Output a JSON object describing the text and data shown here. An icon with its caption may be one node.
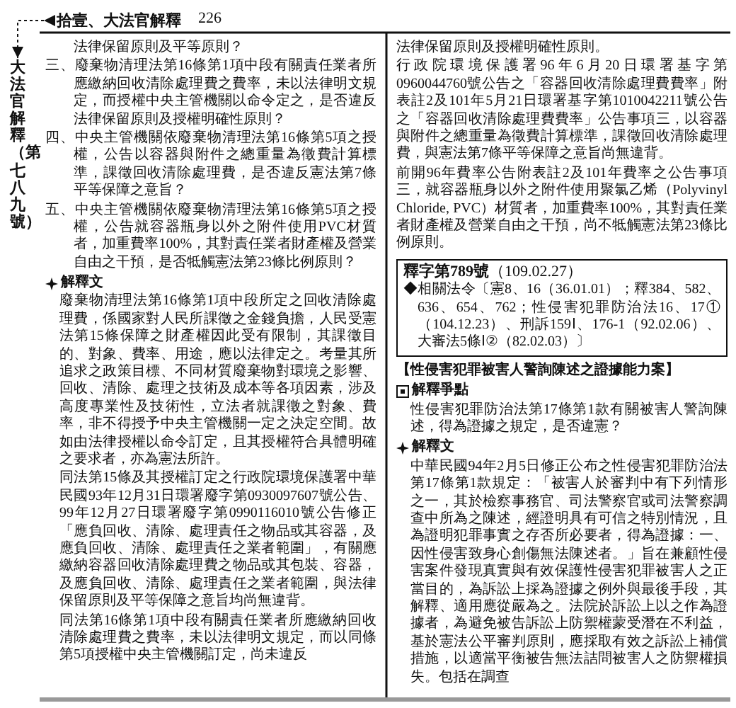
{
  "diagram": {
    "nodes": [
      {
        "text": [
          "拾壹、大法官解釋"
        ]
      },
      {
        "text": [
          "大法官解釋（第七八九號）"
        ]
      },
      {
        "text": [
          "**釋字第789號**（109.02.27）",
          "◆相關法令〔憲8、16（36.01.01）；釋384、582、636、654、762；性侵害犯罪防治法16、17①（104.12.23）、刑訴159Ⅰ、176-1（92.02.06）、大審法5條Ⅰ②（82.02.03）〕"
        ]
      }
    ],
    "edges": [
      {
        "from": 0,
        "to": 1,
        "arrow": "to",
        "style": "dashed"
      }
    ],
    "labels": [
      "226",
      "法律保留原則及平等原則？",
      "三、廢棄物清理法第16條第1項中段有關責任業者所應繳納回收清除處理費之費率，未以法律明文規定，而授權中央主管機關以命令定之，是否違反法律保留原則及授權明確性原則？",
      "四、中央主管機關依廢棄物清理法第16條第5項之授權，公告以容器與附件之總重量為徵費計算標準，課徵回收清除處理費，是否違反憲法第7條平等保障之意旨？",
      "五、中央主管機關依廢棄物清理法第16條第5項之授權，公告就容器瓶身以外之附件使用PVC材質者，加重費率100%，其對責任業者財產權及營業自由之干預，是否牴觸憲法第23條比例原則？",
      "解釋文",
      "廢棄物清理法第16條第1項中段所定之回收清除處理費，係國家對人民所課徵之金錢負擔，人民受憲法第15條保障之財產權因此受有限制，其課徵目的、對象、費率、用途，應以法律定之。考量其所追求之政策目標、不同材質廢棄物對環境之影響、回收、清除、處理之技術及成本等各項因素，涉及高度專業性及技術性，立法者就課徵之對象、費率，非不得授予中央主管機關一定之決定空間。故如由法律授權以命令訂定，且其授權符合具體明確之要求者，亦為憲法所許。",
      "同法第15條及其授權訂定之行政院環境保護署中華民國93年12月31日環署廢字第0930097607號公告、99年12月27日環署廢字第0990116010號公告修正「應負回收、清除、處理責任之物品或其容器，及應負回收、清除、處理責任之業者範圍」，有關應繳納容器回收清除處理費之物品或其包裝、容器，及應負回收、清除、處理責任之業者範圍，與法律保留原則及平等保障之意旨均尚無違背。",
      "同法第16條第1項中段有關責任業者所應繳納回收清除處理費之費率，未以法律明文規定，而以同條第5項授權中央主管機關訂定，尚未違反",
      "法律保留原則及授權明確性原則。",
      "行政院環境保護署96年6月20日環署基字第0960044760號公告之「容器回收清除處理費費率」附表註2及101年5月21日環署基字第1010042211號公告之「容器回收清除處理費費率」公告事項三，以容器與附件之總重量為徵費計算標準，課徵回收清除處理費，與憲法第7條平等保障之意旨尚無違背。",
      "前開96年費率公告附表註2及101年費率之公告事項三，就容器瓶身以外之附件使用聚氯乙烯（Polyvinyl Chloride, PVC）材質者，加重費率100%，其對責任業者財產權及營業自由之干預，尚不牴觸憲法第23條比例原則。",
      "【性侵害犯罪被害人警詢陳述之證據能力案】",
      "解釋爭點",
      "性侵害犯罪防治法第17條第1款有關被害人警詢陳述，得為證據之規定，是否違憲？",
      "解釋文",
      "中華民國94年2月5日修正公布之性侵害犯罪防治法第17條第1款規定：「被害人於審判中有下列情形之一，其於檢察事務官、司法警察官或司法警察調查中所為之陳述，經證明具有可信之特別情況，且為證明犯罪事實之存否所必要者，得為證據：一、因性侵害致身心創傷無法陳述者。」旨在兼顧性侵害案件發現真實與有效保護性侵害犯罪被害人之正當目的，為訴訟上採為證據之例外與最後手段，其解釋、適用應從嚴為之。法院於訴訟上以之作為證據者，為避免被告訴訟上防禦權蒙受潛在不利益，基於憲法公平審判原則，應採取有效之訴訟上補償措施，以適當平衡被告無法詰問被害人之防禦權損失。包括在調查"
    ]
  }
}
